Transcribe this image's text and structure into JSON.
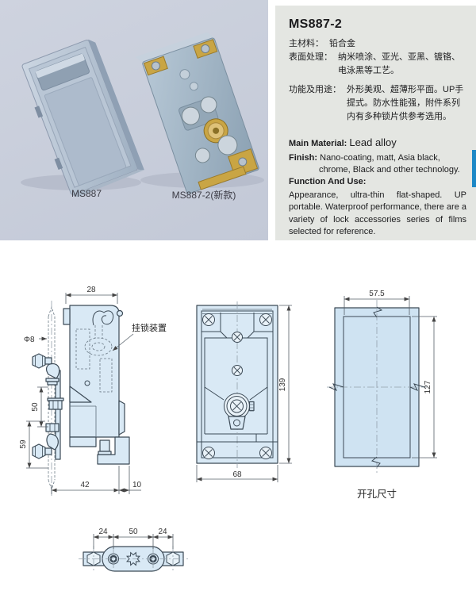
{
  "colors": {
    "accent": "#1d88c6",
    "photo-bg": "#ced3df",
    "panel-bg": "#e4e6e2",
    "drawing-fill": "#d9e9f5",
    "drawing-stroke": "#3c4a56"
  },
  "photo": {
    "label_left": "MS887",
    "label_right": "MS887-2(新款)"
  },
  "info": {
    "title": "MS887-2",
    "cn": [
      {
        "label": "主材料：",
        "value": "铅合金"
      },
      {
        "label": "表面处理：",
        "value": "纳米喷涂、亚光、亚黑、镀铬、电泳黑等工艺。"
      },
      {
        "label": "功能及用途：",
        "value": "外形美观、超薄形平面。UP手提式。防水性能强，附件系列内有多种锁片供参考选用。"
      }
    ],
    "en": {
      "main_label": "Main Material:",
      "main_value": "Lead alloy",
      "finish_label": "Finish:",
      "finish_value": "Nano-coating, matt, Asia black, chrome, Black and other technology.",
      "function_label": "Function And Use:",
      "function_value": "Appearance, ultra-thin flat-shaped. UP portable. Waterproof performance, there are a variety of lock accessories series of films selected for reference."
    }
  },
  "drawings": {
    "side": {
      "dim_top": "28",
      "dim_dia": "Φ8",
      "dim_50": "50",
      "dim_59": "59",
      "dim_42": "42",
      "dim_10": "10",
      "callout": "挂锁装置"
    },
    "back": {
      "dim_height": "139",
      "dim_width": "68"
    },
    "cutout": {
      "dim_width": "57.5",
      "dim_height": "127",
      "caption": "开孔尺寸"
    },
    "strip": {
      "dim_a": "24",
      "dim_b": "50",
      "dim_c": "24"
    }
  }
}
